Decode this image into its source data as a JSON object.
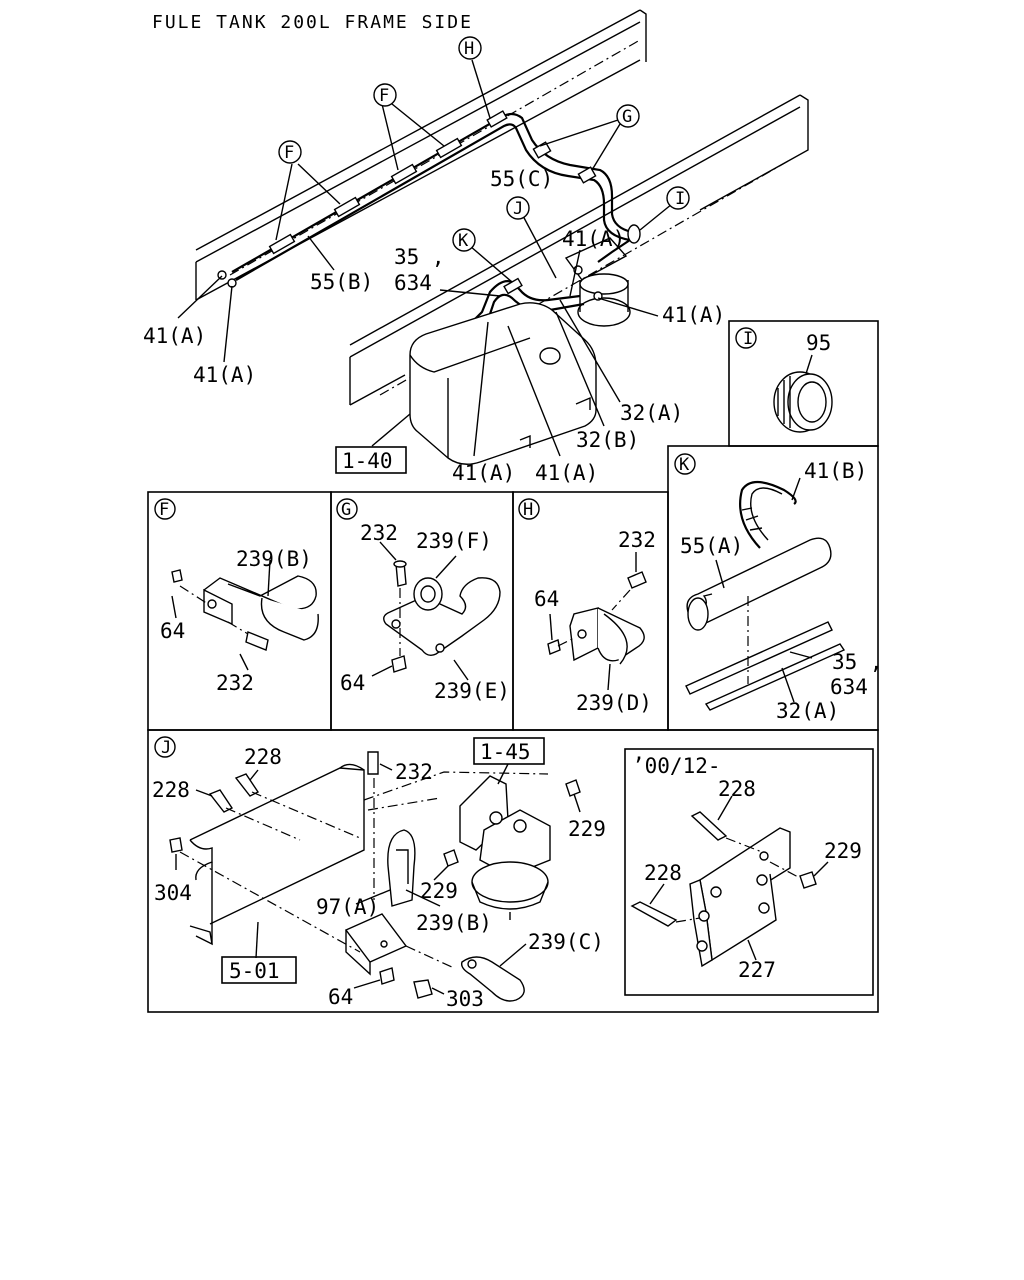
{
  "title": "FULE TANK 200L FRAME SIDE",
  "refs": {
    "r140": "1-40",
    "r145": "1-45",
    "r501": "5-01"
  },
  "callouts": {
    "F": "F",
    "G": "G",
    "H": "H",
    "I": "I",
    "J": "J",
    "K": "K"
  },
  "main_labels": {
    "l55c": "55(C)",
    "l55b": "55(B)",
    "l35": "35 ,",
    "l634": "634",
    "l41a_1": "41(A)",
    "l41a_2": "41(A)",
    "l41a_3": "41(A)",
    "l41a_4": "41(A)",
    "l41a_5": "41(A)",
    "l41a_6": "41(A)",
    "l32a": "32(A)",
    "l32b": "32(B)"
  },
  "panel_i": {
    "p95": "95"
  },
  "panel_k": {
    "l41b": "41(B)",
    "l55a": "55(A)",
    "l35": "35 ,",
    "l634": "634",
    "l32a": "32(A)"
  },
  "panel_f": {
    "l239b": "239(B)",
    "l64": "64",
    "l232": "232"
  },
  "panel_g": {
    "l232": "232",
    "l239f": "239(F)",
    "l64": "64",
    "l239e": "239(E)"
  },
  "panel_h": {
    "l232": "232",
    "l64": "64",
    "l239d": "239(D)"
  },
  "panel_j": {
    "l228a": "228",
    "l228b": "228",
    "l232": "232",
    "l229a": "229",
    "l229b": "229",
    "l304": "304",
    "l97a": "97(A)",
    "l239b": "239(B)",
    "l239c": "239(C)",
    "l64": "64",
    "l303": "303"
  },
  "panel_inset": {
    "date": "’00/12-",
    "l228a": "228",
    "l229": "229",
    "l228b": "228",
    "l227": "227"
  }
}
